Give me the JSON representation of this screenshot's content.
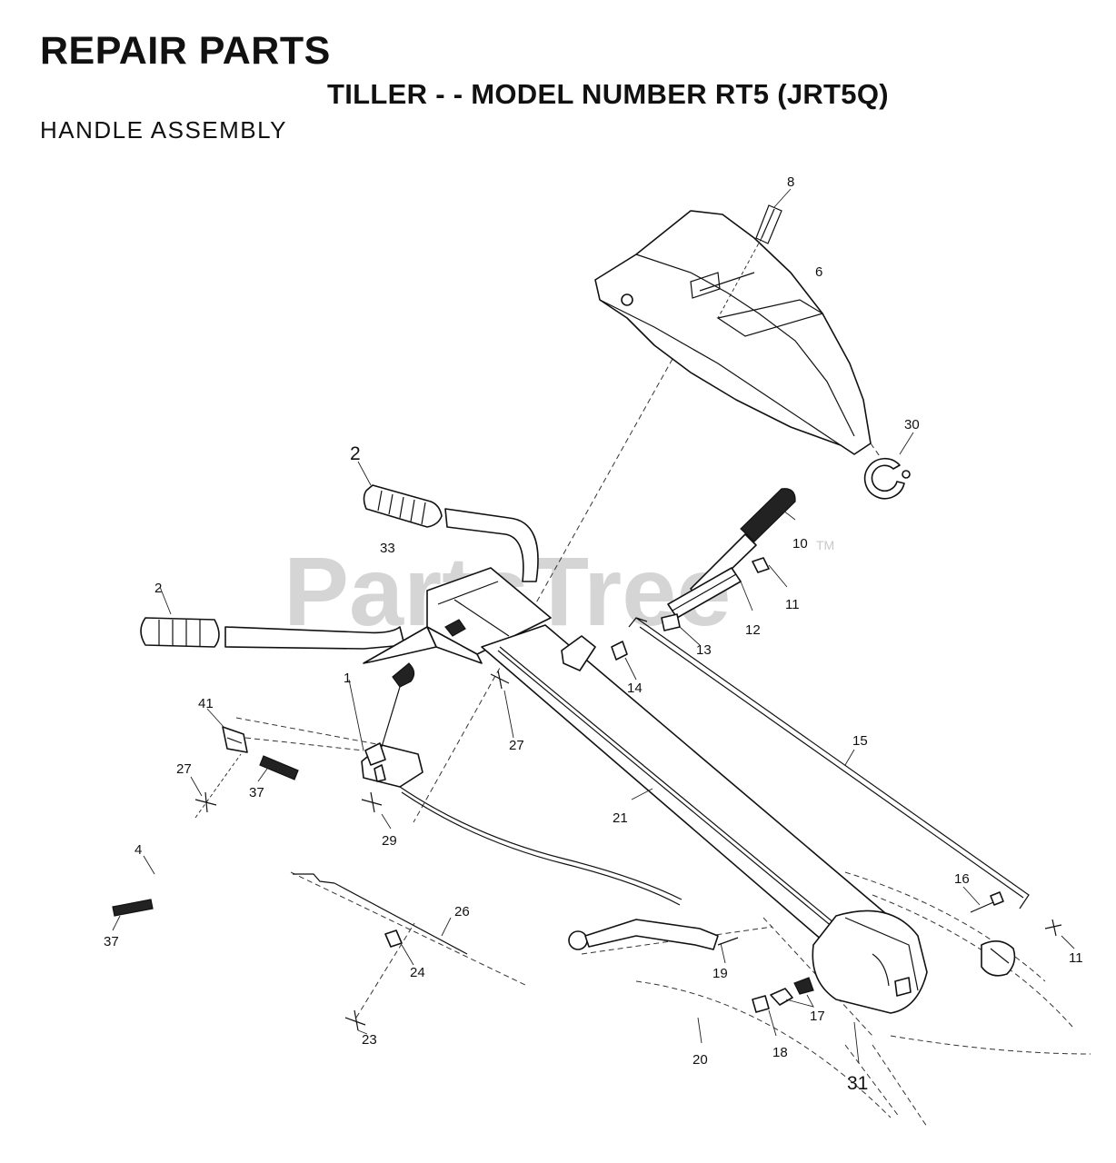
{
  "header": {
    "title": "REPAIR PARTS",
    "model": "TILLER - - MODEL NUMBER RT5 (JRT5Q)",
    "section": "HANDLE ASSEMBLY"
  },
  "watermark": {
    "text": "PartsTree",
    "mark": "TM"
  },
  "callouts": [
    {
      "id": "8",
      "label": "8"
    },
    {
      "id": "6",
      "label": "6"
    },
    {
      "id": "30",
      "label": "30"
    },
    {
      "id": "2a",
      "label": "2"
    },
    {
      "id": "10",
      "label": "10"
    },
    {
      "id": "33",
      "label": "33"
    },
    {
      "id": "2b",
      "label": "2"
    },
    {
      "id": "11a",
      "label": "11"
    },
    {
      "id": "12",
      "label": "12"
    },
    {
      "id": "13",
      "label": "13"
    },
    {
      "id": "14",
      "label": "14"
    },
    {
      "id": "1",
      "label": "1"
    },
    {
      "id": "41",
      "label": "41"
    },
    {
      "id": "27a",
      "label": "27"
    },
    {
      "id": "27b",
      "label": "27"
    },
    {
      "id": "15",
      "label": "15"
    },
    {
      "id": "37a",
      "label": "37"
    },
    {
      "id": "29",
      "label": "29"
    },
    {
      "id": "21",
      "label": "21"
    },
    {
      "id": "4",
      "label": "4"
    },
    {
      "id": "16",
      "label": "16"
    },
    {
      "id": "26",
      "label": "26"
    },
    {
      "id": "37b",
      "label": "37"
    },
    {
      "id": "11b",
      "label": "11"
    },
    {
      "id": "24",
      "label": "24"
    },
    {
      "id": "19",
      "label": "19"
    },
    {
      "id": "17",
      "label": "17"
    },
    {
      "id": "23",
      "label": "23"
    },
    {
      "id": "20",
      "label": "20"
    },
    {
      "id": "18",
      "label": "18"
    },
    {
      "id": "31",
      "label": "31"
    }
  ]
}
